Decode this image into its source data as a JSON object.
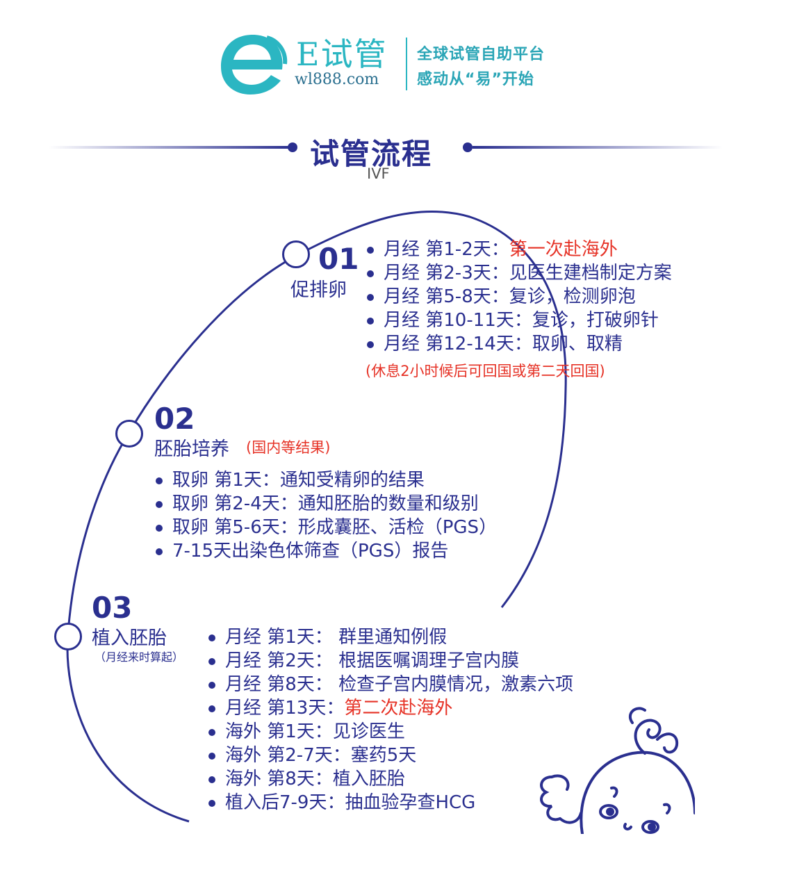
{
  "header": {
    "brand_name": "E试管",
    "brand_domain": "wl888.com",
    "slogan_line1": "全球试管自助平台",
    "slogan_line2": "感动从“易”开始",
    "logo_icon": "e-logo-icon",
    "accent_color": "#2bb6c2"
  },
  "title": {
    "main": "试管流程",
    "sub": "IVF"
  },
  "colors": {
    "primary": "#2a2f8f",
    "highlight": "#e63226"
  },
  "stages": [
    {
      "number": "01",
      "name": "促排卵",
      "steps": [
        {
          "prefix": "月经 第1-2天：",
          "text": "第一次赴海外",
          "highlight": true
        },
        {
          "prefix": "月经 第2-3天：",
          "text": "见医生建档制定方案",
          "highlight": false
        },
        {
          "prefix": "月经 第5-8天：",
          "text": "复诊，检测卵泡",
          "highlight": false
        },
        {
          "prefix": "月经 第10-11天：",
          "text": "复诊，打破卵针",
          "highlight": false
        },
        {
          "prefix": "月经 第12-14天：",
          "text": "取卵、取精",
          "highlight": false
        }
      ],
      "note": "(休息2小时候后可回国或第二天回国)"
    },
    {
      "number": "02",
      "name": "胚胎培养",
      "note": "(国内等结果)",
      "steps": [
        {
          "prefix": "取卵 第1天：",
          "text": "通知受精卵的结果",
          "highlight": false
        },
        {
          "prefix": "取卵 第2-4天：",
          "text": "通知胚胎的数量和级别",
          "highlight": false
        },
        {
          "prefix": "取卵 第5-6天：",
          "text": "形成囊胚、活检（PGS）",
          "highlight": false
        },
        {
          "prefix": "",
          "text": "7-15天出染色体筛查（PGS）报告",
          "highlight": false
        }
      ]
    },
    {
      "number": "03",
      "name": "植入胚胎",
      "sub": "（月经来时算起）",
      "steps": [
        {
          "prefix": "月经 第1天： ",
          "text": "群里通知例假",
          "highlight": false
        },
        {
          "prefix": "月经 第2天： ",
          "text": "根据医嘱调理子宫内膜",
          "highlight": false
        },
        {
          "prefix": "月经 第8天： ",
          "text": "检查子宫内膜情况，激素六项",
          "highlight": false
        },
        {
          "prefix": "月经 第13天：",
          "text": "第二次赴海外",
          "highlight": true
        },
        {
          "prefix": "海外 第1天：",
          "text": "见诊医生",
          "highlight": false
        },
        {
          "prefix": "海外 第2-7天：",
          "text": "塞药5天",
          "highlight": false
        },
        {
          "prefix": "海外 第8天：",
          "text": "植入胚胎",
          "highlight": false
        },
        {
          "prefix": "植入后7-9天：",
          "text": "抽血验孕查HCG",
          "highlight": false
        }
      ]
    }
  ],
  "illustration": {
    "icon": "baby-illustration-icon"
  }
}
